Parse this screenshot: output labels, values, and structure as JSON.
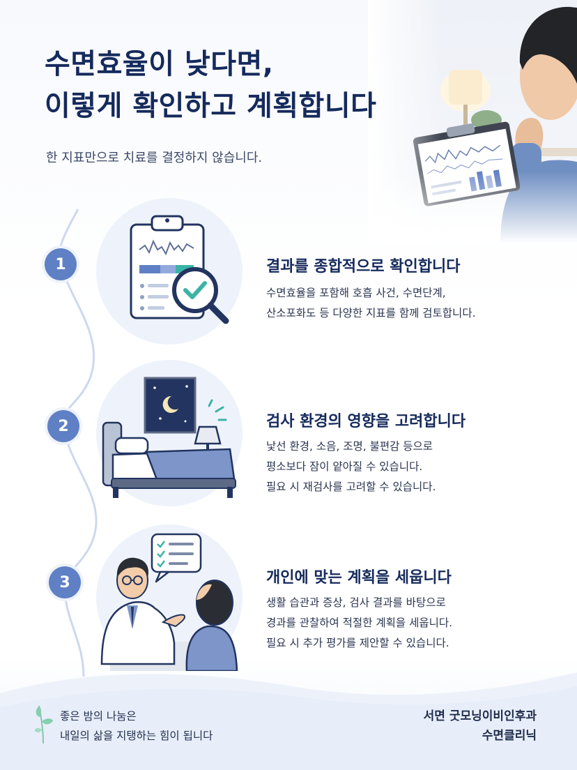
{
  "header": {
    "title_line1": "수면효율이 낮다면,",
    "title_line2": "이렇게 확인하고 계획합니다",
    "subtitle": "한 지표만으로 치료를 결정하지 않습니다."
  },
  "steps": [
    {
      "number": "1",
      "title": "결과를 종합적으로 확인합니다",
      "desc_lines": [
        "수면효율을 포함해 호흡 사건, 수면단계,",
        "산소포화도 등 다양한 지표를 함께 검토합니다."
      ],
      "icon": "clipboard-magnifier-icon"
    },
    {
      "number": "2",
      "title": "검사 환경의 영향을 고려합니다",
      "desc_lines": [
        "낯선 환경, 소음, 조명, 불편감 등으로",
        "평소보다 잠이 얕아질 수 있습니다.",
        "필요 시 재검사를 고려할 수 있습니다."
      ],
      "icon": "bedroom-icon"
    },
    {
      "number": "3",
      "title": "개인에 맞는 계획을 세웁니다",
      "desc_lines": [
        "생활 습관과 증상, 검사 결과를 바탕으로",
        "경과를 관찰하여 적절한 계획을 세웁니다.",
        "필요 시 추가 평가를 제안할 수 있습니다."
      ],
      "icon": "doctor-consultation-icon"
    }
  ],
  "footer": {
    "slogan_line1": "좋은 밤의 나눔은",
    "slogan_line2": "내일의 삶을 지탱하는 힘이 됩니다",
    "clinic_line1": "서면 굿모닝이비인후과",
    "clinic_line2": "수면클리닉"
  },
  "colors": {
    "navy": "#152a5c",
    "accent_blue": "#5f80c4",
    "soft_blue": "#eef3fb",
    "check_teal": "#3bb3a6"
  }
}
